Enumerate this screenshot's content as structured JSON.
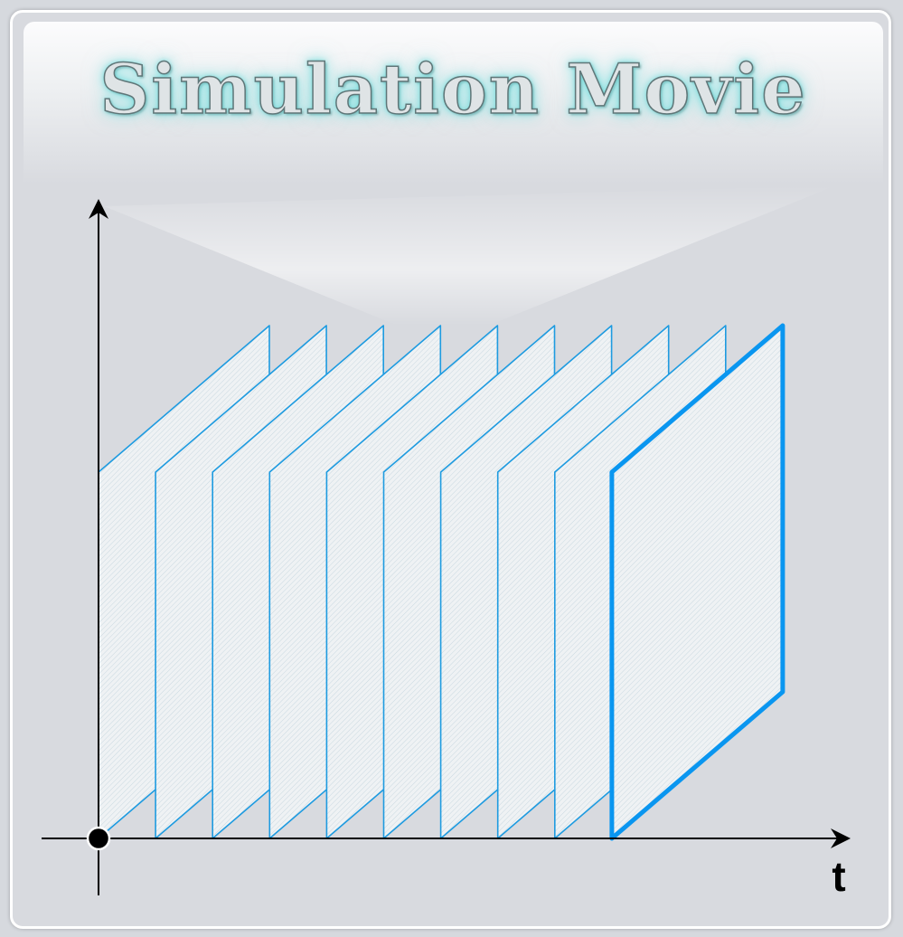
{
  "title": "Simulation Movie",
  "time_axis_label": "t",
  "frame_count": 10,
  "colors": {
    "frame_stroke": "#1e9be0",
    "frame_fill": "#eef2f4",
    "highlight_frame_stroke": "#0a96f0",
    "axis": "#000000",
    "background": "#d8dadf"
  }
}
